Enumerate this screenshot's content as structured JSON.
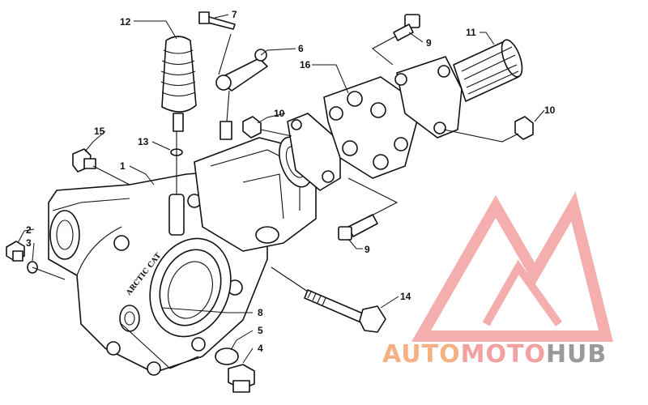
{
  "callouts": [
    {
      "id": "1",
      "label": "1"
    },
    {
      "id": "2",
      "label": "2"
    },
    {
      "id": "3",
      "label": "3"
    },
    {
      "id": "4",
      "label": "4"
    },
    {
      "id": "5",
      "label": "5"
    },
    {
      "id": "6",
      "label": "6"
    },
    {
      "id": "7",
      "label": "7"
    },
    {
      "id": "8",
      "label": "8"
    },
    {
      "id": "9a",
      "label": "9"
    },
    {
      "id": "9b",
      "label": "9"
    },
    {
      "id": "10a",
      "label": "10"
    },
    {
      "id": "10b",
      "label": "10"
    },
    {
      "id": "11",
      "label": "11"
    },
    {
      "id": "12",
      "label": "12"
    },
    {
      "id": "13",
      "label": "13"
    },
    {
      "id": "14",
      "label": "14"
    },
    {
      "id": "15",
      "label": "15"
    },
    {
      "id": "16",
      "label": "16"
    }
  ],
  "casting_mark": "ARCTIC CAT",
  "watermark": {
    "part1": "AUTO",
    "part2": "MOTO",
    "part3": "HUB",
    "colors": {
      "auto": "#f4b183",
      "moto": "#f2a0a0",
      "hub": "#9a9a9a",
      "logo": "#f4a6a6"
    }
  }
}
